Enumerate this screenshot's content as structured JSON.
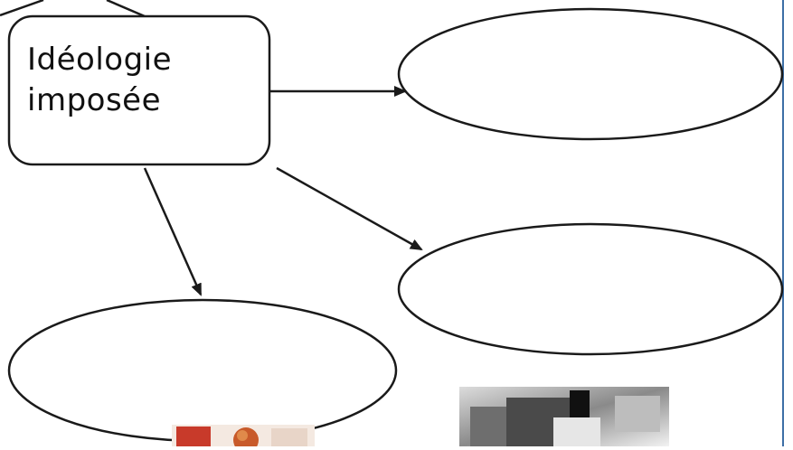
{
  "callout": {
    "line1": "Idéologie",
    "line2": "imposée"
  },
  "blank_nodes": [
    {
      "id": "node-top-right",
      "text": ""
    },
    {
      "id": "node-middle-right",
      "text": ""
    },
    {
      "id": "node-bottom-left",
      "text": ""
    }
  ],
  "pictures": [
    {
      "id": "poster-thumbnail",
      "description_name": "propaganda-poster-image"
    },
    {
      "id": "photo-thumbnail",
      "description_name": "black-and-white-photo-image"
    }
  ],
  "colors": {
    "stroke": "#1a1a1a",
    "background": "#ffffff",
    "frame_line": "#3d6fa6"
  }
}
